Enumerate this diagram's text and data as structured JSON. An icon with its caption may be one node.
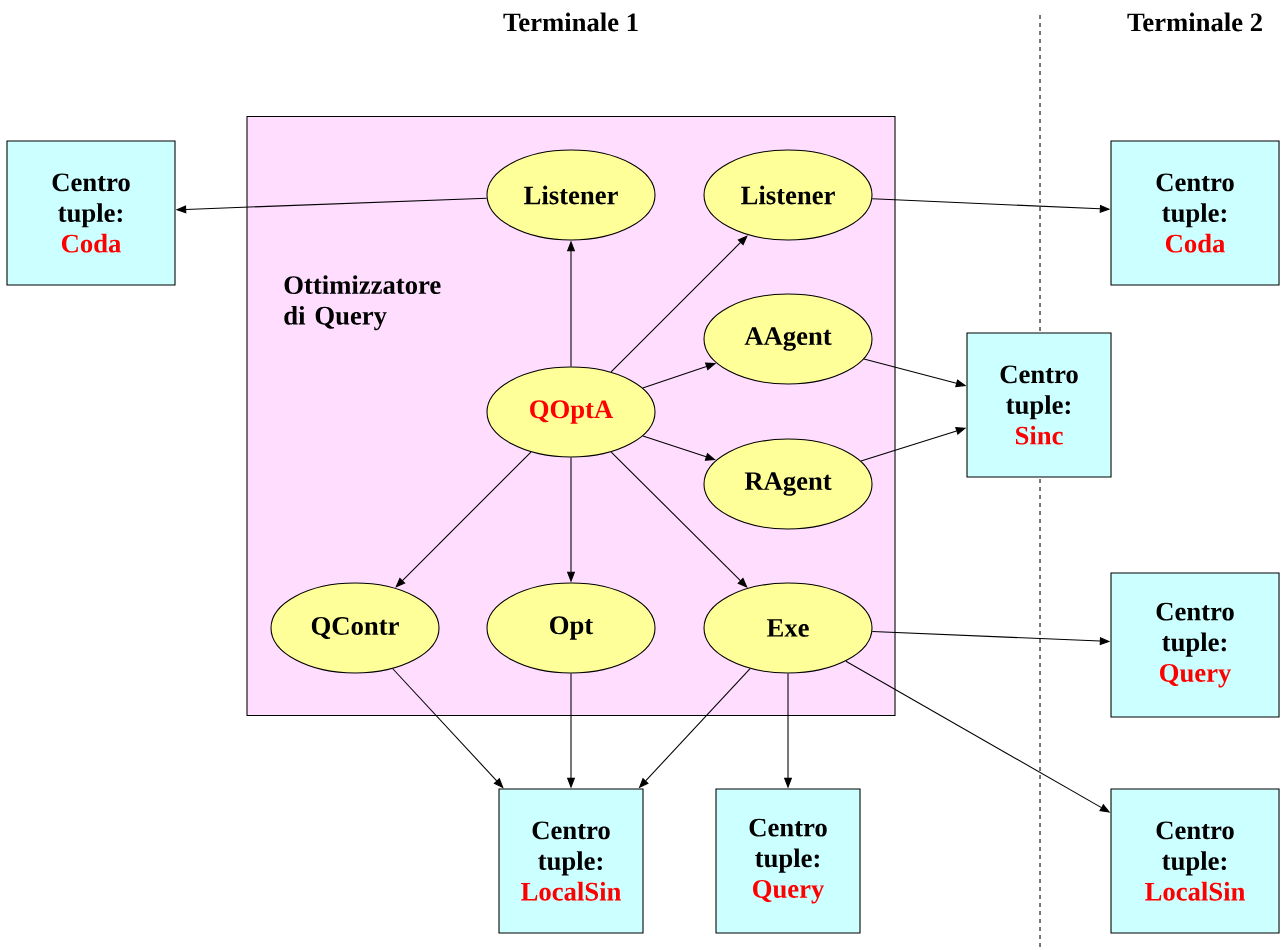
{
  "diagram": {
    "nodes": [
      {
        "text": [
          "Ottimizzatore di Query"
        ]
      },
      {
        "text": [
          "Listener"
        ],
        "in": 0
      },
      {
        "text": [
          "Listener"
        ],
        "in": 0
      },
      {
        "text": [
          "AAgent"
        ],
        "in": 0
      },
      {
        "text": [
          "QOptA"
        ],
        "in": 0
      },
      {
        "text": [
          "RAgent"
        ],
        "in": 0
      },
      {
        "text": [
          "QContr"
        ],
        "in": 0
      },
      {
        "text": [
          "Opt"
        ],
        "in": 0
      },
      {
        "text": [
          "Exe"
        ],
        "in": 0
      },
      {
        "text": [
          "Centro tuple:",
          "Coda"
        ]
      },
      {
        "text": [
          "Centro tuple:",
          "Coda"
        ]
      },
      {
        "text": [
          "Centro tuple:",
          "Sinc"
        ]
      },
      {
        "text": [
          "Centro tuple:",
          "Query"
        ]
      },
      {
        "text": [
          "Centro tuple:",
          "LocalSin"
        ]
      },
      {
        "text": [
          "Centro tuple:",
          "Query"
        ]
      },
      {
        "text": [
          "Centro tuple:",
          "LocalSin"
        ]
      }
    ],
    "edges": [
      {
        "from": 1,
        "to": 9,
        "arrow": "to"
      },
      {
        "from": 4,
        "to": 1,
        "arrow": "to"
      },
      {
        "from": 4,
        "to": 2,
        "arrow": "to"
      },
      {
        "from": 2,
        "to": 10,
        "arrow": "to"
      },
      {
        "from": 4,
        "to": 3,
        "arrow": "to"
      },
      {
        "from": 4,
        "to": 5,
        "arrow": "to"
      },
      {
        "from": 3,
        "to": 11,
        "arrow": "to"
      },
      {
        "from": 5,
        "to": 11,
        "arrow": "to"
      },
      {
        "from": 4,
        "to": 6,
        "arrow": "to"
      },
      {
        "from": 4,
        "to": 7,
        "arrow": "to"
      },
      {
        "from": 4,
        "to": 8,
        "arrow": "to"
      },
      {
        "from": 8,
        "to": 12,
        "arrow": "to"
      },
      {
        "from": 6,
        "to": 13,
        "arrow": "to"
      },
      {
        "from": 7,
        "to": 13,
        "arrow": "to"
      },
      {
        "from": 8,
        "to": 13,
        "arrow": "to"
      },
      {
        "from": 8,
        "to": 14,
        "arrow": "to"
      },
      {
        "from": 8,
        "to": 15,
        "arrow": "to"
      }
    ],
    "labels": [
      "Terminale 1",
      "Terminale 2"
    ]
  }
}
